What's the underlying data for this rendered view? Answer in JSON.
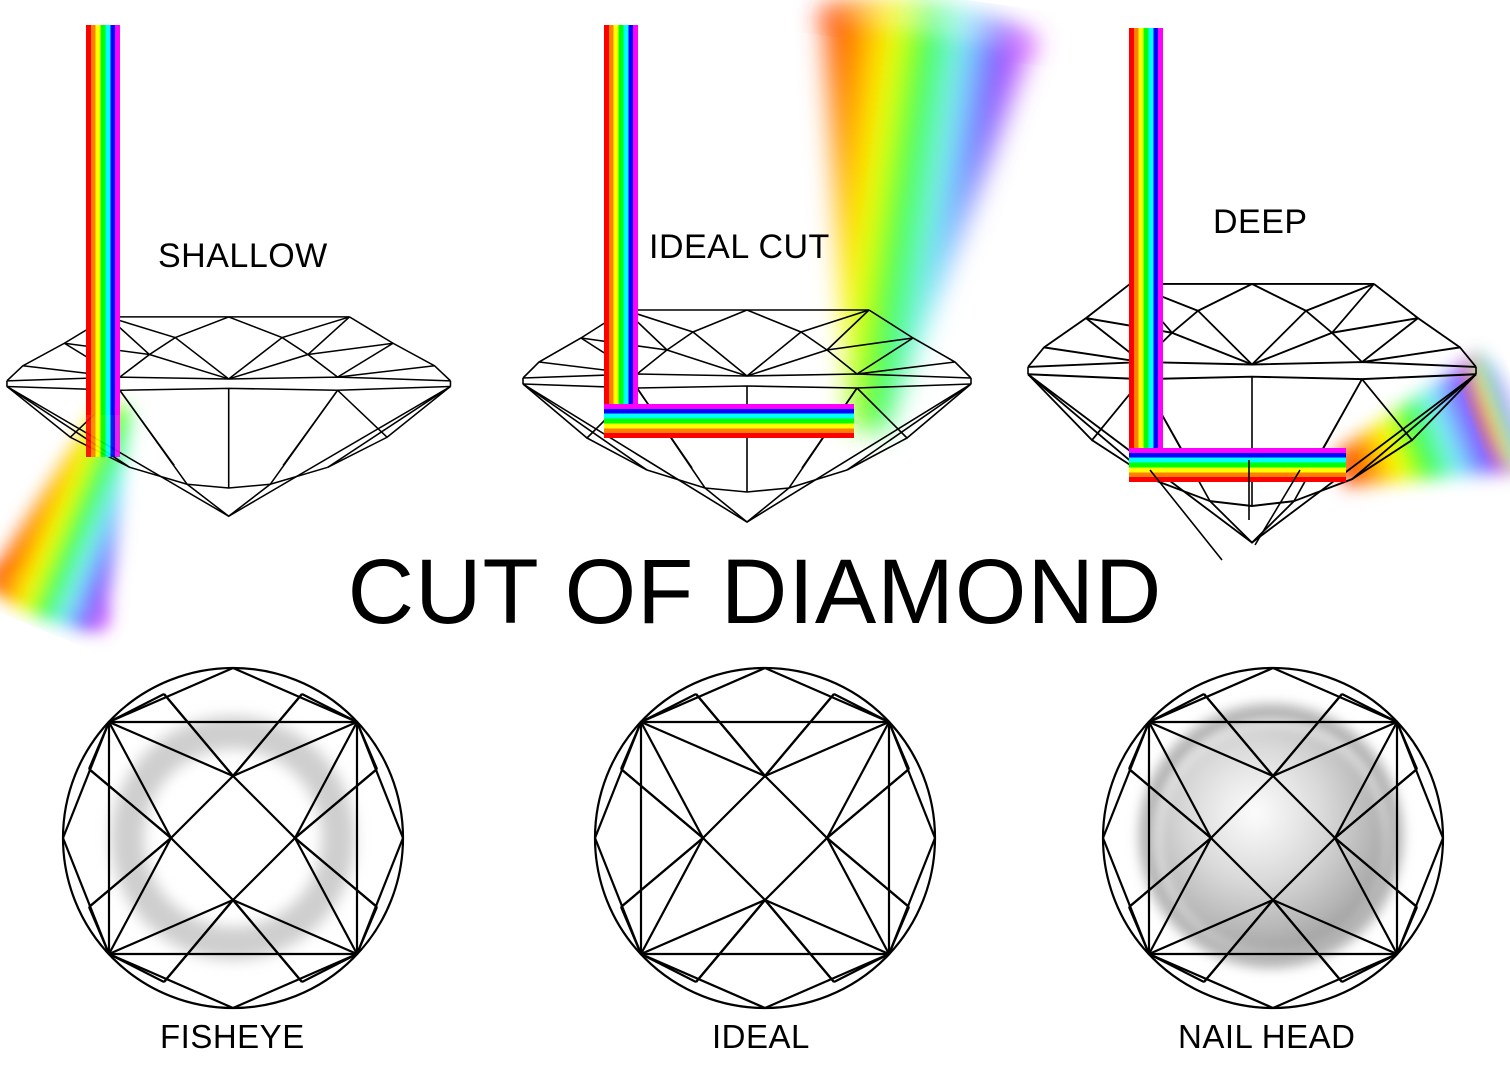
{
  "title": "CUT OF DIAMOND",
  "cut_profiles": [
    {
      "id": "shallow",
      "label": "SHALLOW"
    },
    {
      "id": "ideal-cut",
      "label": "IDEAL CUT"
    },
    {
      "id": "deep",
      "label": "DEEP"
    }
  ],
  "face_up_views": [
    {
      "id": "fisheye",
      "label": "FISHEYE"
    },
    {
      "id": "ideal",
      "label": "IDEAL"
    },
    {
      "id": "nail-head",
      "label": "NAIL HEAD"
    }
  ],
  "colors": {
    "outline": "#000000",
    "background": "#ffffff",
    "text": "#000000",
    "fisheye_ring": "#d2d2d2",
    "nailhead_dark": "#8f8f8f",
    "nailhead_light": "#f2f2f2",
    "spectrum": [
      "#ff0000",
      "#ff8000",
      "#ffff00",
      "#00ff00",
      "#00ffff",
      "#0000ff",
      "#ff00ff"
    ]
  },
  "chart_data": {
    "type": "diagram",
    "title": "CUT OF DIAMOND",
    "description": "Cross-section ray diagrams of three diamond cut proportions with matching face-up appearance views.",
    "panels": [
      {
        "name": "SHALLOW",
        "view": "cross-section",
        "light_behavior": "Incoming white light enters through the table, strikes the shallow pavilion and leaks out the bottom-left as a dispersed rainbow cone instead of returning to the eye.",
        "exit_direction": "down-left (leakage)"
      },
      {
        "name": "IDEAL CUT",
        "view": "cross-section",
        "light_behavior": "Incoming light enters through the table, totally internally reflects off both pavilion facets and exits upward through the crown as a wide brilliant rainbow fan.",
        "exit_direction": "up (brilliance returned to eye)"
      },
      {
        "name": "DEEP",
        "view": "cross-section",
        "light_behavior": "Incoming light enters the table, reflects through the deep pavilion and escapes sideways out of the lower right side as a rainbow cone.",
        "exit_direction": "right (leakage)"
      },
      {
        "name": "FISHEYE",
        "view": "face-up",
        "appearance": "Grey reflected girdle ring visible inside the table, caused by a shallow pavilion."
      },
      {
        "name": "IDEAL",
        "view": "face-up",
        "appearance": "Clean even facet pattern with no dark centre and no grey ring."
      },
      {
        "name": "NAIL HEAD",
        "view": "face-up",
        "appearance": "Large dark grey centre under the table, caused by a deep pavilion."
      }
    ]
  }
}
